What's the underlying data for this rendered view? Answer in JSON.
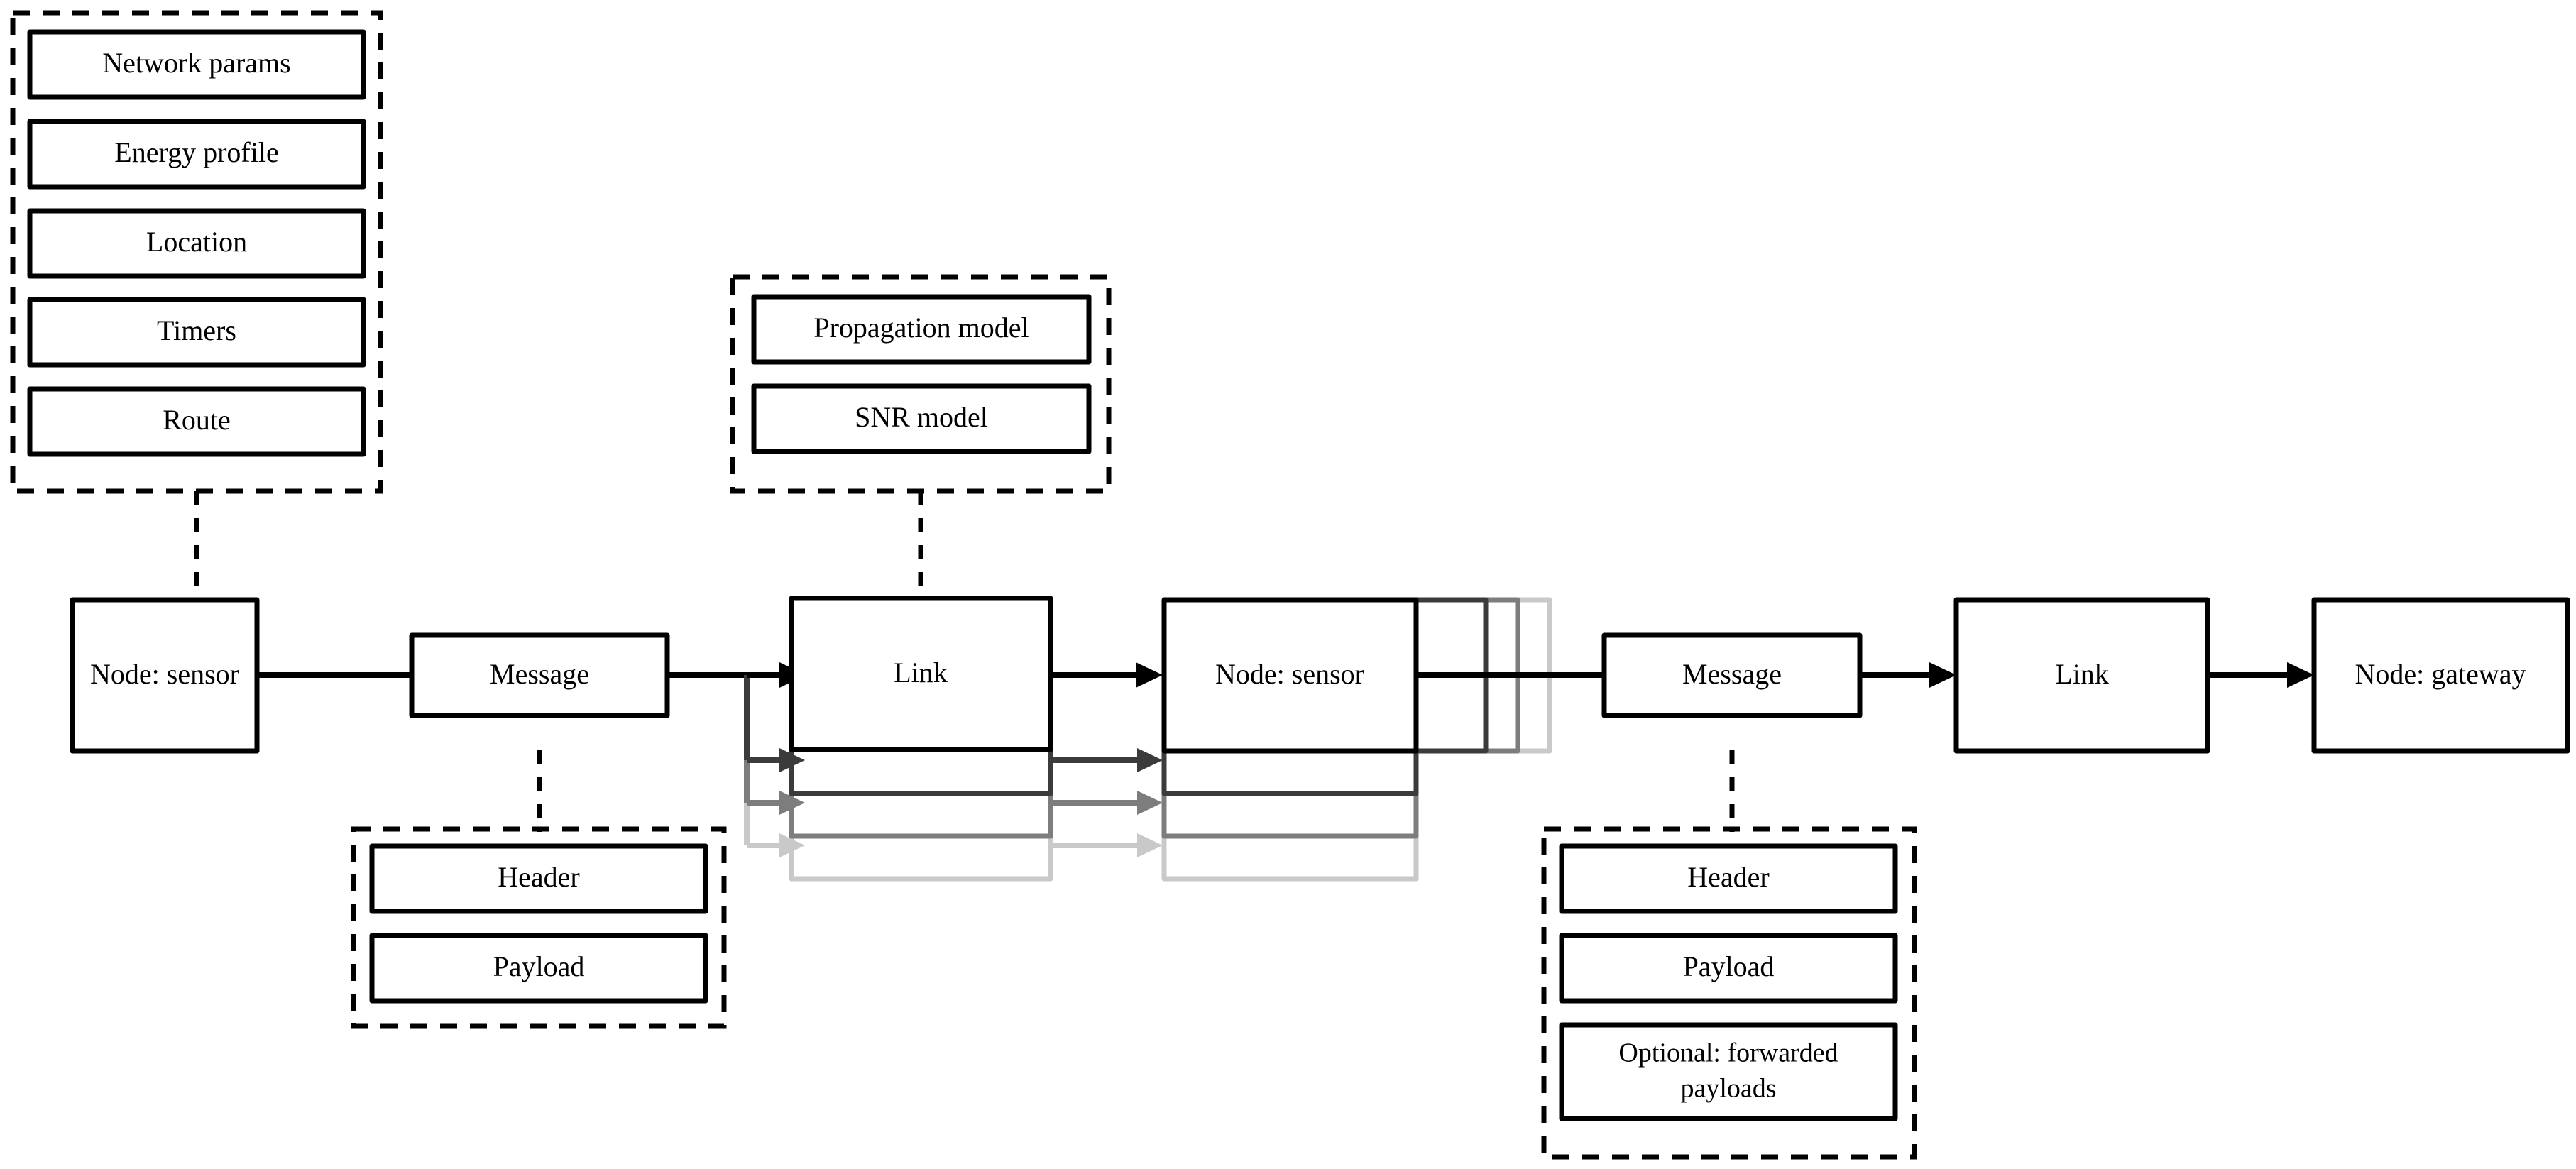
{
  "diagram": {
    "title": "Node-link simulation pipeline diagram",
    "background": "#ffffff",
    "stack_colors": [
      "#000000",
      "#3b3b3b",
      "#7d7d7d",
      "#c9c9c9"
    ],
    "line_color": "#000000"
  },
  "groups": {
    "node_attributes": {
      "name": "node-attributes-group",
      "items": [
        {
          "label": "Network params"
        },
        {
          "label": "Energy profile"
        },
        {
          "label": "Location"
        },
        {
          "label": "Timers"
        },
        {
          "label": "Route"
        }
      ]
    },
    "link_models": {
      "name": "link-models-group",
      "items": [
        {
          "label": "Propagation model"
        },
        {
          "label": "SNR model"
        }
      ]
    },
    "message_parts_left": {
      "name": "message-parts-group-left",
      "items": [
        {
          "label": "Header"
        },
        {
          "label": "Payload"
        }
      ]
    },
    "message_parts_right": {
      "name": "message-parts-group-right",
      "items": [
        {
          "label": "Header"
        },
        {
          "label": "Payload"
        },
        {
          "label_line1": "Optional: forwarded",
          "label_line2": "payloads"
        }
      ]
    }
  },
  "pipeline": {
    "nodes": [
      {
        "id": "node-sensor-1",
        "label": "Node: sensor"
      },
      {
        "id": "message-1",
        "label": "Message"
      },
      {
        "id": "link-1",
        "label": "Link"
      },
      {
        "id": "node-sensor-2",
        "label": "Node: sensor"
      },
      {
        "id": "message-2",
        "label": "Message"
      },
      {
        "id": "link-2",
        "label": "Link"
      },
      {
        "id": "node-gateway",
        "label": "Node: gateway"
      }
    ]
  }
}
